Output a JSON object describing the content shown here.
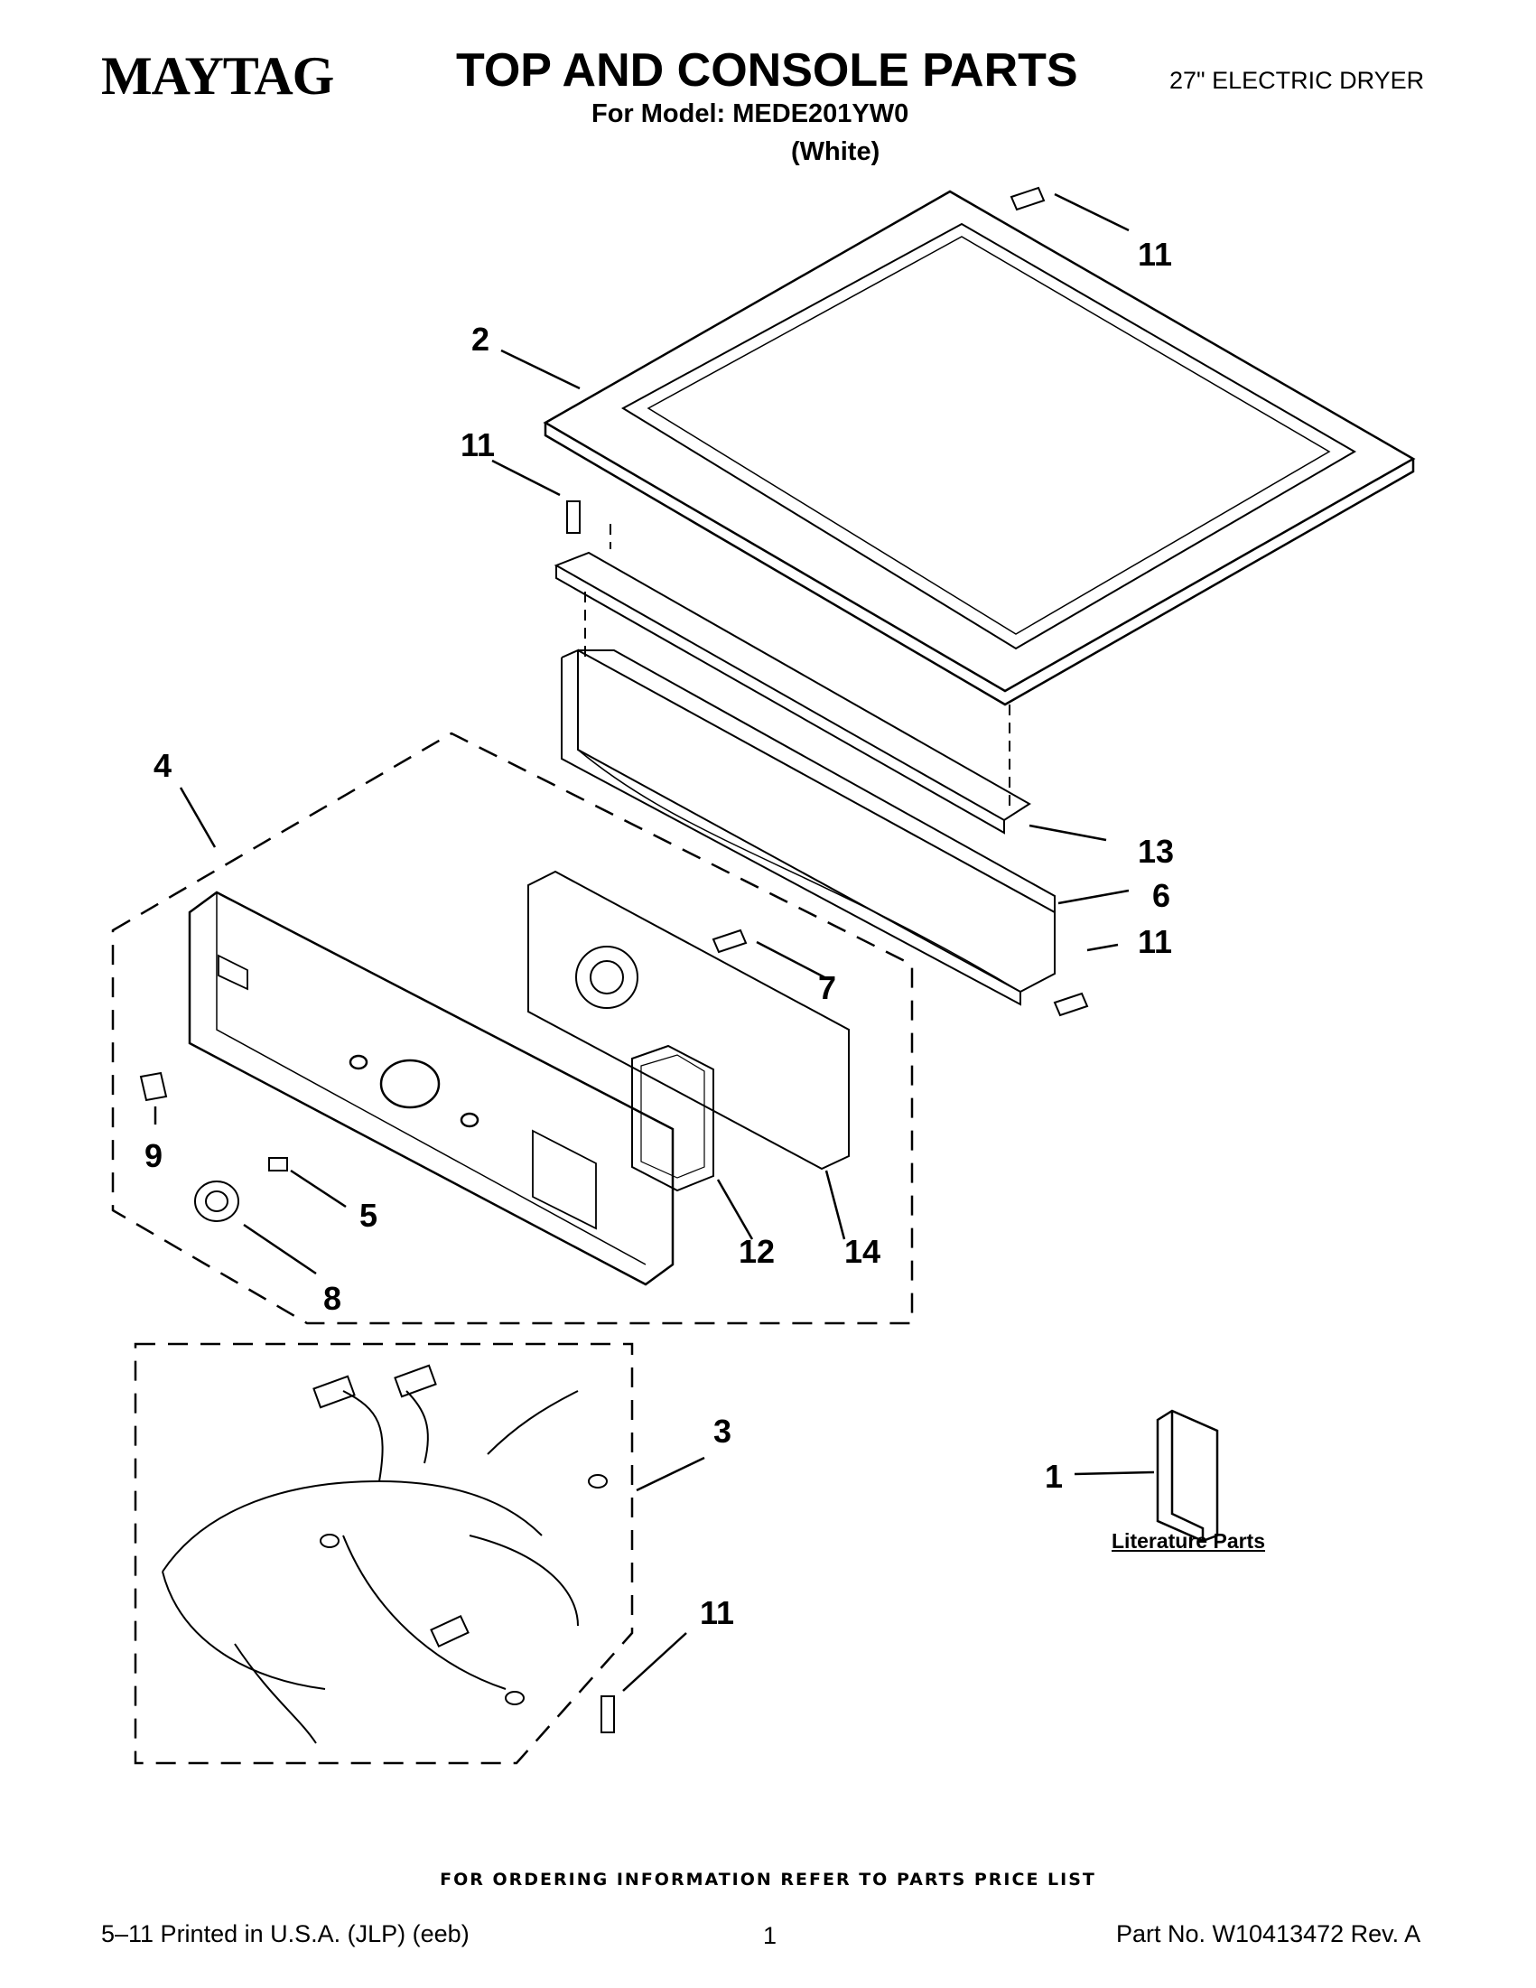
{
  "header": {
    "brand": "MAYTAG",
    "title": "TOP AND CONSOLE PARTS",
    "product": "27\" ELECTRIC DRYER",
    "model_line": "For Model: MEDE201YW0",
    "color_line": "(White)"
  },
  "callouts": {
    "c11_top": "11",
    "c2": "2",
    "c11_left": "11",
    "c13": "13",
    "c6": "6",
    "c11_right": "11",
    "c4": "4",
    "c7": "7",
    "c9": "9",
    "c5": "5",
    "c8": "8",
    "c12": "12",
    "c14": "14",
    "c3": "3",
    "c1": "1",
    "c11_bottom": "11"
  },
  "literature": {
    "label": "Literature Parts"
  },
  "footer": {
    "ordering_note": "FOR ORDERING INFORMATION REFER TO PARTS PRICE LIST",
    "print_info": "5–11 Printed in U.S.A. (JLP) (eeb)",
    "page_number": "1",
    "part_number": "Part No. W10413472 Rev. A"
  }
}
